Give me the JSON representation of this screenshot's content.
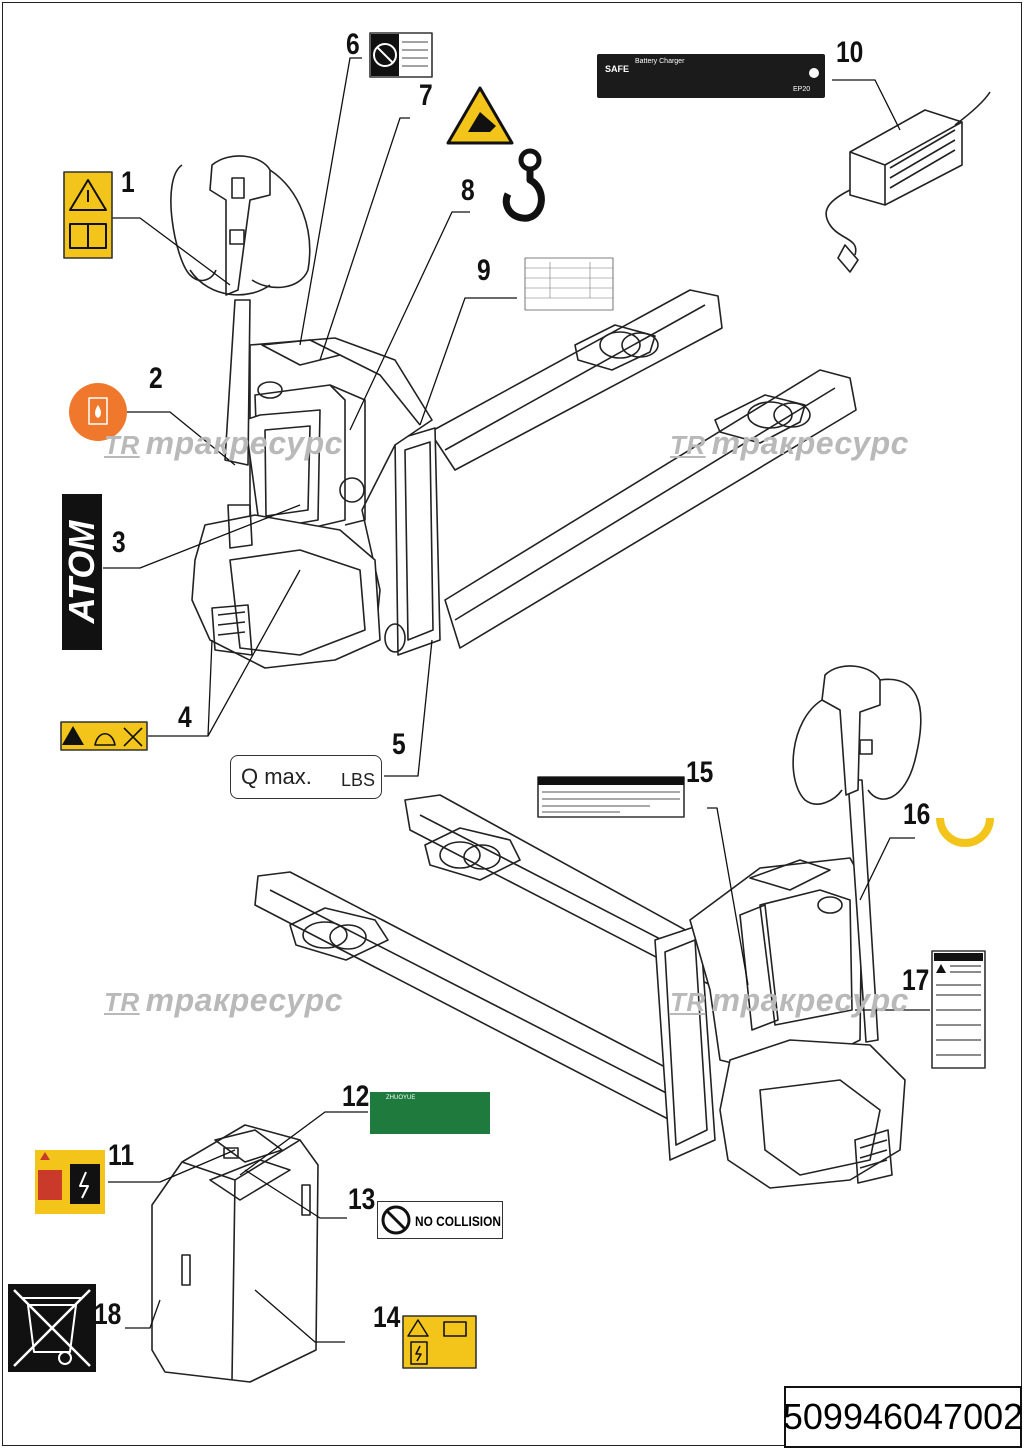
{
  "document_number": "509946047002",
  "callouts": [
    "1",
    "2",
    "3",
    "4",
    "5",
    "6",
    "7",
    "8",
    "9",
    "10",
    "11",
    "12",
    "13",
    "14",
    "15",
    "16",
    "17",
    "18"
  ],
  "watermark": {
    "logo": "TR",
    "text": "тракресурс"
  },
  "labels": {
    "qmax": {
      "q": "Q max.",
      "unit": "LBS"
    },
    "atom": "ATOM",
    "no_collision": "NO COLLISION",
    "charger_title": "Battery Charger",
    "charger_brand": "SAFE",
    "charger_model": "EP20",
    "battery_brand": "ZHUOYUE"
  },
  "colors": {
    "warning_yellow": "#f3c51b",
    "oil_orange": "#f0782d",
    "battery_green": "#1f7a3d",
    "watermark_gray": "#b9b9b9"
  }
}
